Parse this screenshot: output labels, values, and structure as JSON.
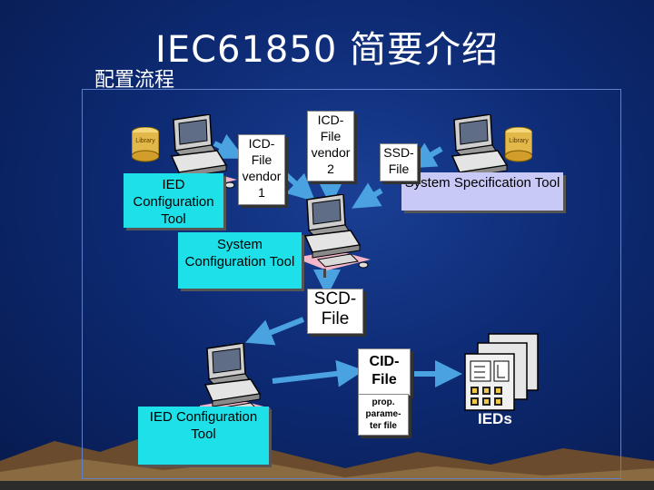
{
  "header": {
    "title": "IEC61850 简要介绍",
    "subtitle": "配置流程"
  },
  "tools": {
    "ied_tool_top": "IED Configuration Tool",
    "system_config_tool": "System Configuration Tool",
    "system_spec_tool": "System Specification Tool",
    "ied_tool_bottom": "IED Configuration Tool"
  },
  "files": {
    "icd1": [
      "ICD-",
      "File",
      "vendor",
      "1"
    ],
    "icd2": [
      "ICD-",
      "File",
      "vendor",
      "2"
    ],
    "ssd": [
      "SSD-",
      "File"
    ],
    "scd": [
      "SCD-",
      "File"
    ],
    "cid": [
      "CID-",
      "File"
    ],
    "prop": [
      "prop.",
      "parame-",
      "ter file"
    ]
  },
  "libraries": {
    "left": "Library",
    "right": "Library"
  },
  "ieds_label": "IEDs",
  "colors": {
    "tool_box": "#1ee0e8",
    "spec_box": "#c9c9f7",
    "arrow": "#4aa3e0",
    "background": "#0d2a73"
  },
  "icons": {
    "workstation": "computer-workstation-icon",
    "library": "library-database-icon",
    "ied_devices": "ied-device-stack-icon"
  }
}
